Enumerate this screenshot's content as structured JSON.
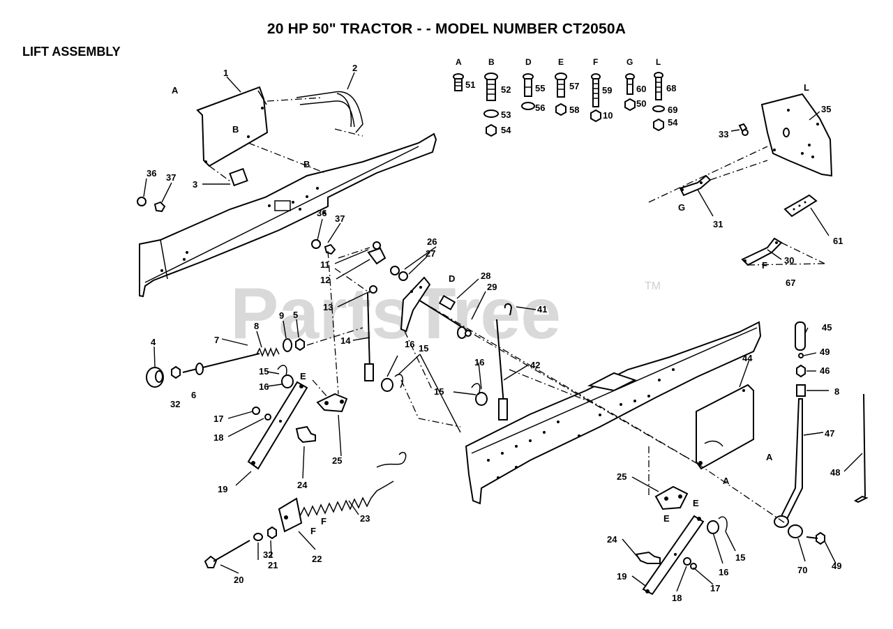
{
  "title": "20 HP 50\" TRACTOR - - MODEL NUMBER CT2050A",
  "section": "LIFT ASSEMBLY",
  "watermark": "PartsTree",
  "trademark": "TM",
  "hardware_groups": [
    {
      "letter": "A",
      "parts": [
        "51"
      ]
    },
    {
      "letter": "B",
      "parts": [
        "52",
        "53",
        "54"
      ]
    },
    {
      "letter": "D",
      "parts": [
        "55",
        "56"
      ]
    },
    {
      "letter": "E",
      "parts": [
        "57",
        "58"
      ]
    },
    {
      "letter": "F",
      "parts": [
        "59",
        "10"
      ]
    },
    {
      "letter": "G",
      "parts": [
        "60",
        "50"
      ]
    },
    {
      "letter": "L",
      "parts": [
        "68",
        "69",
        "54"
      ]
    }
  ],
  "callouts": [
    {
      "id": "p1",
      "text": "1"
    },
    {
      "id": "p2",
      "text": "2"
    },
    {
      "id": "p3",
      "text": "3"
    },
    {
      "id": "p4",
      "text": "4"
    },
    {
      "id": "p5",
      "text": "5"
    },
    {
      "id": "p6",
      "text": "6"
    },
    {
      "id": "p7",
      "text": "7"
    },
    {
      "id": "p8a",
      "text": "8"
    },
    {
      "id": "p8b",
      "text": "8"
    },
    {
      "id": "p9",
      "text": "9"
    },
    {
      "id": "p11",
      "text": "11"
    },
    {
      "id": "p12",
      "text": "12"
    },
    {
      "id": "p13",
      "text": "13"
    },
    {
      "id": "p14",
      "text": "14"
    },
    {
      "id": "p15a",
      "text": "15"
    },
    {
      "id": "p15b",
      "text": "15"
    },
    {
      "id": "p15c",
      "text": "15"
    },
    {
      "id": "p15d",
      "text": "15"
    },
    {
      "id": "p16a",
      "text": "16"
    },
    {
      "id": "p16b",
      "text": "16"
    },
    {
      "id": "p16c",
      "text": "16"
    },
    {
      "id": "p16d",
      "text": "16"
    },
    {
      "id": "p17a",
      "text": "17"
    },
    {
      "id": "p17b",
      "text": "17"
    },
    {
      "id": "p18a",
      "text": "18"
    },
    {
      "id": "p18b",
      "text": "18"
    },
    {
      "id": "p18c",
      "text": "18"
    },
    {
      "id": "p19a",
      "text": "19"
    },
    {
      "id": "p19b",
      "text": "19"
    },
    {
      "id": "p20",
      "text": "20"
    },
    {
      "id": "p21",
      "text": "21"
    },
    {
      "id": "p22",
      "text": "22"
    },
    {
      "id": "p23",
      "text": "23"
    },
    {
      "id": "p24a",
      "text": "24"
    },
    {
      "id": "p24b",
      "text": "24"
    },
    {
      "id": "p25a",
      "text": "25"
    },
    {
      "id": "p25b",
      "text": "25"
    },
    {
      "id": "p26",
      "text": "26"
    },
    {
      "id": "p27",
      "text": "27"
    },
    {
      "id": "p28",
      "text": "28"
    },
    {
      "id": "p29",
      "text": "29"
    },
    {
      "id": "p30",
      "text": "30"
    },
    {
      "id": "p31",
      "text": "31"
    },
    {
      "id": "p32a",
      "text": "32"
    },
    {
      "id": "p32b",
      "text": "32"
    },
    {
      "id": "p33",
      "text": "33"
    },
    {
      "id": "p35",
      "text": "35"
    },
    {
      "id": "p36a",
      "text": "36"
    },
    {
      "id": "p36b",
      "text": "36"
    },
    {
      "id": "p37a",
      "text": "37"
    },
    {
      "id": "p37b",
      "text": "37"
    },
    {
      "id": "p41",
      "text": "41"
    },
    {
      "id": "p42",
      "text": "42"
    },
    {
      "id": "p44",
      "text": "44"
    },
    {
      "id": "p45",
      "text": "45"
    },
    {
      "id": "p46",
      "text": "46"
    },
    {
      "id": "p47",
      "text": "47"
    },
    {
      "id": "p48",
      "text": "48"
    },
    {
      "id": "p49a",
      "text": "49"
    },
    {
      "id": "p49b",
      "text": "49"
    },
    {
      "id": "p61",
      "text": "61"
    },
    {
      "id": "p67",
      "text": "67"
    },
    {
      "id": "p70",
      "text": "70"
    }
  ],
  "letter_tags": [
    {
      "id": "tA1",
      "text": "A"
    },
    {
      "id": "tA2",
      "text": "A"
    },
    {
      "id": "tA3",
      "text": "A"
    },
    {
      "id": "tB1",
      "text": "B"
    },
    {
      "id": "tB2",
      "text": "B"
    },
    {
      "id": "tD1",
      "text": "D"
    },
    {
      "id": "tE1",
      "text": "E"
    },
    {
      "id": "tE2",
      "text": "E"
    },
    {
      "id": "tE3",
      "text": "E"
    },
    {
      "id": "tF1",
      "text": "F"
    },
    {
      "id": "tF2",
      "text": "F"
    },
    {
      "id": "tF3",
      "text": "F"
    },
    {
      "id": "tG1",
      "text": "G"
    },
    {
      "id": "tL1",
      "text": "L"
    }
  ]
}
